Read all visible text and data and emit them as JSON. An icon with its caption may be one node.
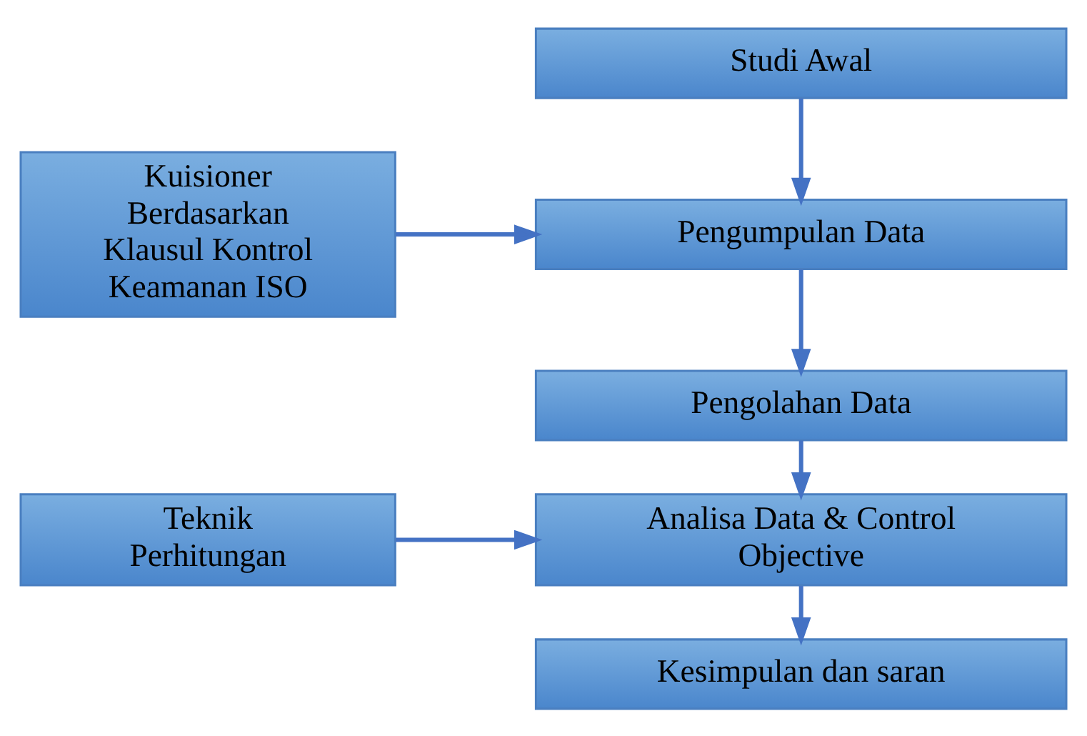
{
  "diagram": {
    "nodes": [
      {
        "text": [
          "Studi Awal"
        ]
      },
      {
        "text": [
          "Pengumpulan Data"
        ]
      },
      {
        "text": [
          "Pengolahan Data"
        ]
      },
      {
        "text": [
          "Analisa Data & Control Objective"
        ]
      },
      {
        "text": [
          "Kesimpulan dan saran"
        ]
      },
      {
        "text": [
          "Kuisioner Berdasarkan Klausul Kontrol Keamanan ISO"
        ]
      },
      {
        "text": [
          "Teknik Perhitungan"
        ]
      }
    ],
    "edges": [
      {
        "from": 0,
        "to": 1,
        "arrow": "to"
      },
      {
        "from": 1,
        "to": 2,
        "arrow": "to"
      },
      {
        "from": 2,
        "to": 3,
        "arrow": "to"
      },
      {
        "from": 3,
        "to": 4,
        "arrow": "to"
      },
      {
        "from": 5,
        "to": 1,
        "arrow": "to"
      },
      {
        "from": 6,
        "to": 3,
        "arrow": "to"
      }
    ]
  }
}
